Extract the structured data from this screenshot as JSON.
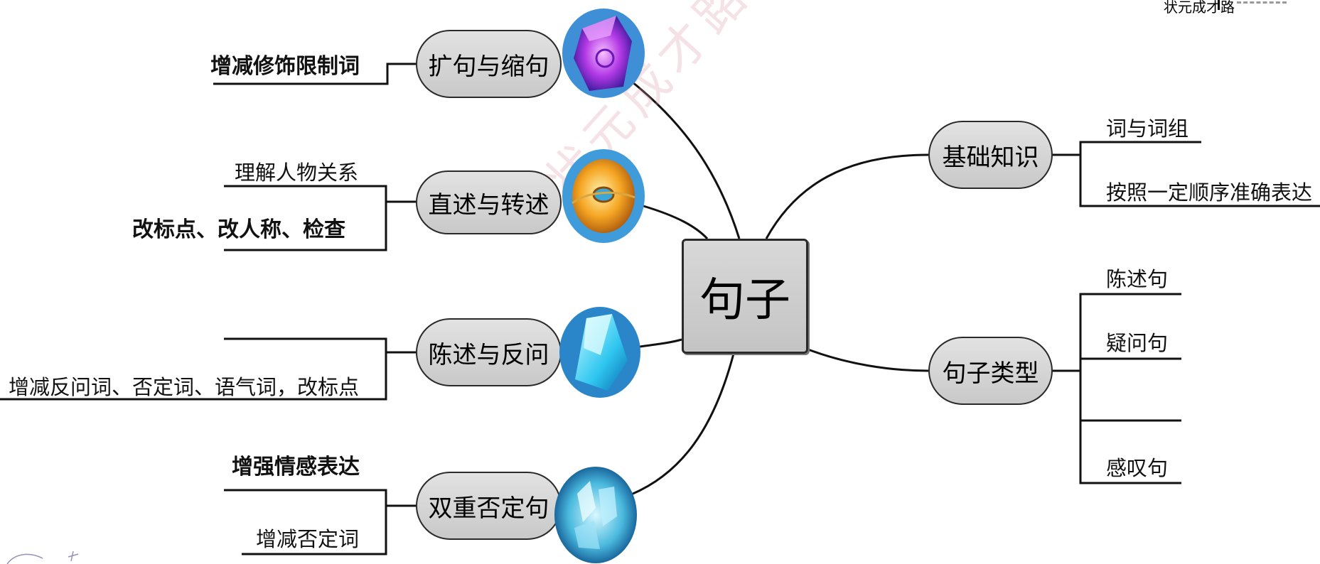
{
  "center": {
    "label": "句子"
  },
  "branches": {
    "expand": {
      "label": "扩句与缩句"
    },
    "direct": {
      "label": "直述与转述"
    },
    "rhetorical": {
      "label": "陈述与反问"
    },
    "double_negation": {
      "label": "双重否定句"
    },
    "basics": {
      "label": "基础知识"
    },
    "types": {
      "label": "句子类型"
    }
  },
  "leaves": {
    "expand_1": "增减修饰限制词",
    "direct_1": "理解人物关系",
    "direct_2": "改标点、改人称、检查",
    "rhetorical_1": "增减反问词、否定词、语气词，改标点",
    "double_1": "增强情感表达",
    "double_2": "增减否定词",
    "basics_1": "词与词组",
    "basics_2": "按照一定顺序准确表达",
    "types_1": "陈述句",
    "types_2": "疑问句",
    "types_4": "感叹句"
  },
  "watermark": {
    "text": "状元成才路"
  },
  "corner": {
    "logo_text": "状元成才路"
  },
  "icons": {
    "expand": "purple-gem-icon",
    "direct": "orange-gem-icon",
    "rhetorical": "blue-crystal-icon",
    "double_negation": "ice-crystal-icon"
  },
  "colors": {
    "node_fill": "#d2d2d2",
    "line": "#111111",
    "watermark": "#dc96aa"
  }
}
